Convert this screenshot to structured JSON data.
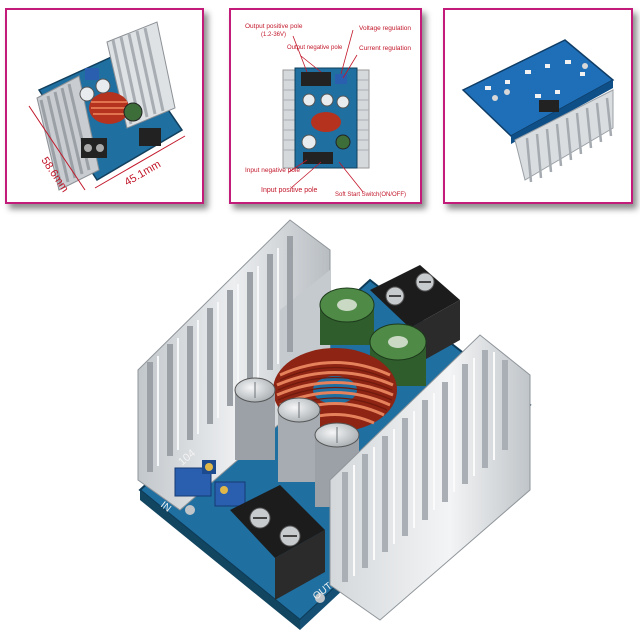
{
  "thumbnails": [
    {
      "dimension_width": "58.6mm",
      "dimension_height": "45.1mm"
    },
    {
      "labels": {
        "output_positive": "Output positive pole",
        "output_voltage_range": "(1.2-36V)",
        "output_negative": "Output negative pole",
        "voltage_regulation": "Voltage regulation",
        "current_regulation": "Current regulation",
        "input_negative": "Input negative pole",
        "input_positive": "Input positive pole",
        "soft_start": "Soft Start Switch(ON/OFF)"
      }
    },
    {}
  ],
  "main_board": {
    "pot_marking": "104",
    "silk_out": "OUT",
    "silk_in": "IN"
  },
  "colors": {
    "frame_border": "#c21b7a",
    "pcb_blue": "#1f6fa0",
    "heatsink": "#d9dde0",
    "coil_copper": "#b5321f",
    "label_red": "#c2182b"
  },
  "icons": [
    "board-photo",
    "heatsink",
    "toroid-inductor",
    "capacitor",
    "terminal-block",
    "potentiometer"
  ]
}
